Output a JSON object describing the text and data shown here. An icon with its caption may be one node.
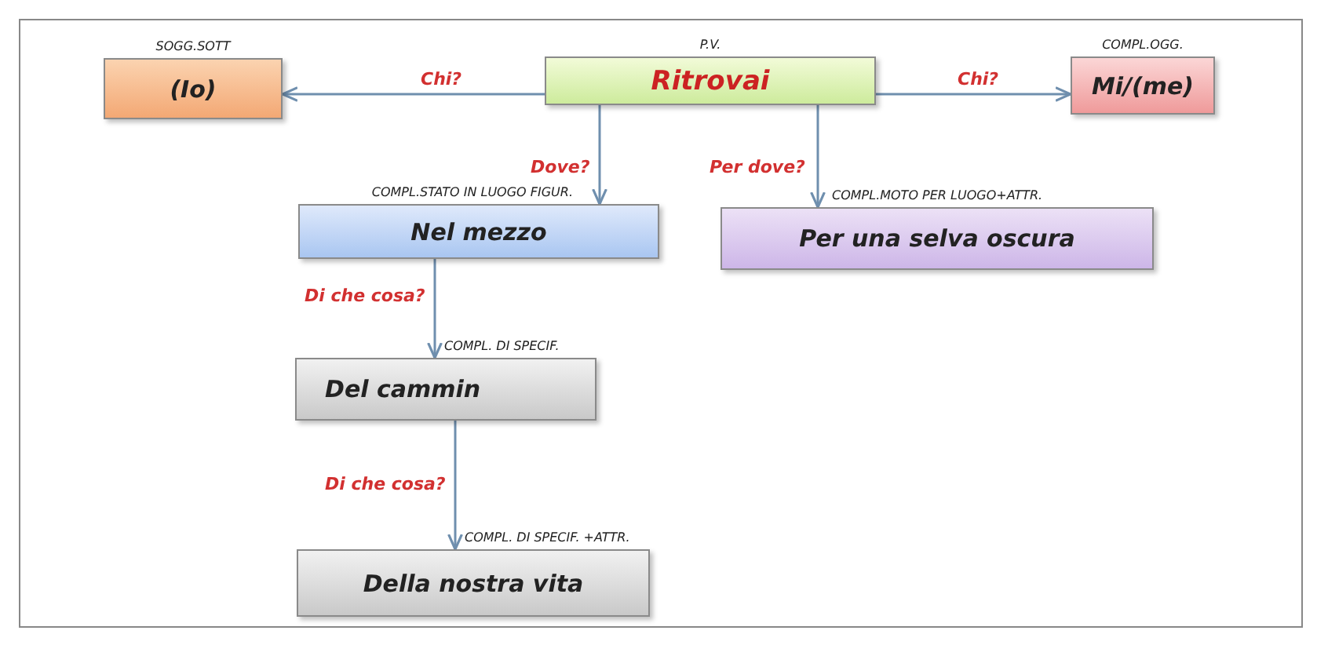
{
  "diagram": {
    "nodes": [
      {
        "text": [
          "SOGG.SOTT",
          "(Io)"
        ]
      },
      {
        "text": [
          "P.V.",
          "Ritrovai"
        ]
      },
      {
        "text": [
          "COMPL.OGG.",
          "Mi/(me)"
        ]
      },
      {
        "text": [
          "COMPL.STATO IN LUOGO FIGUR.",
          "Nel mezzo"
        ]
      },
      {
        "text": [
          "COMPL.MOTO PER LUOGO+ATTR.",
          "Per una selva oscura"
        ]
      },
      {
        "text": [
          "COMPL. DI SPECIF.",
          "Del cammin"
        ]
      },
      {
        "text": [
          "COMPL. DI SPECIF. +ATTR.",
          "Della nostra vita"
        ]
      }
    ],
    "edges": [
      {
        "from": 1,
        "to": 0,
        "arrow": "to",
        "label": "Chi?"
      },
      {
        "from": 1,
        "to": 2,
        "arrow": "to",
        "label": "Chi?"
      },
      {
        "from": 1,
        "to": 3,
        "arrow": "to",
        "label": "Dove?"
      },
      {
        "from": 1,
        "to": 4,
        "arrow": "to",
        "label": "Per dove?"
      },
      {
        "from": 3,
        "to": 5,
        "arrow": "to",
        "label": "Di che cosa?"
      },
      {
        "from": 5,
        "to": 6,
        "arrow": "to",
        "label": "Di che cosa?"
      }
    ]
  }
}
